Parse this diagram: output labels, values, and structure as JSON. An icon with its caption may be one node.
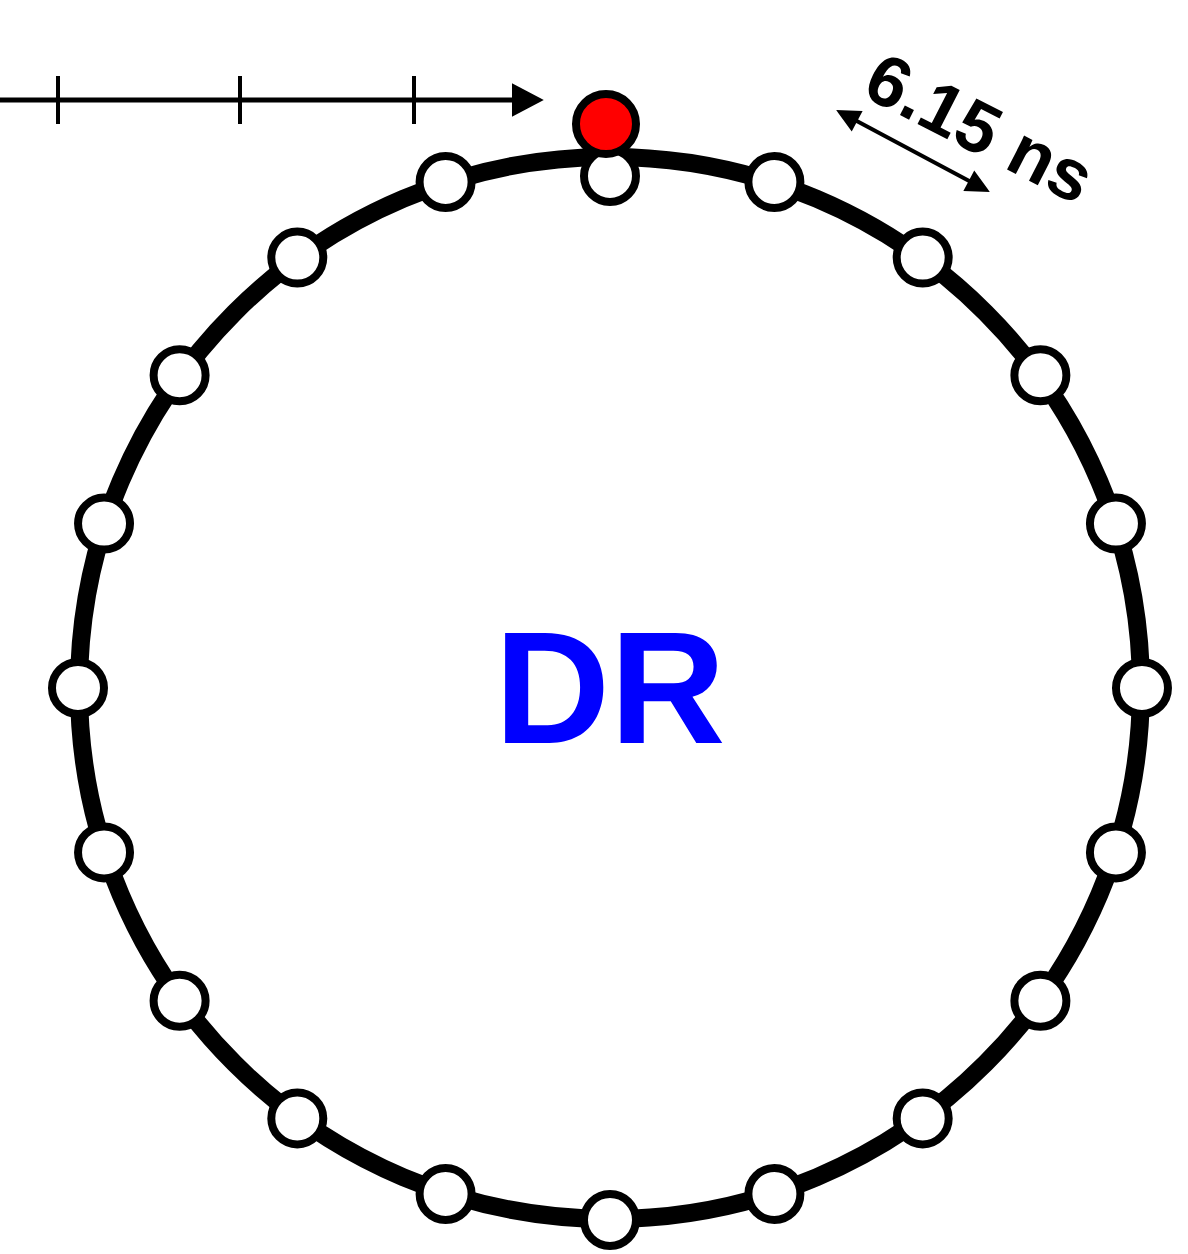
{
  "diagram": {
    "nodes": [
      {
        "text": [
          "DR"
        ]
      },
      {
        "text": [],
        "shape": "circle"
      }
    ],
    "edges": [
      {
        "from": null,
        "to": 1,
        "arrow": "to"
      }
    ],
    "labels": [
      "6.15 ns"
    ]
  }
}
